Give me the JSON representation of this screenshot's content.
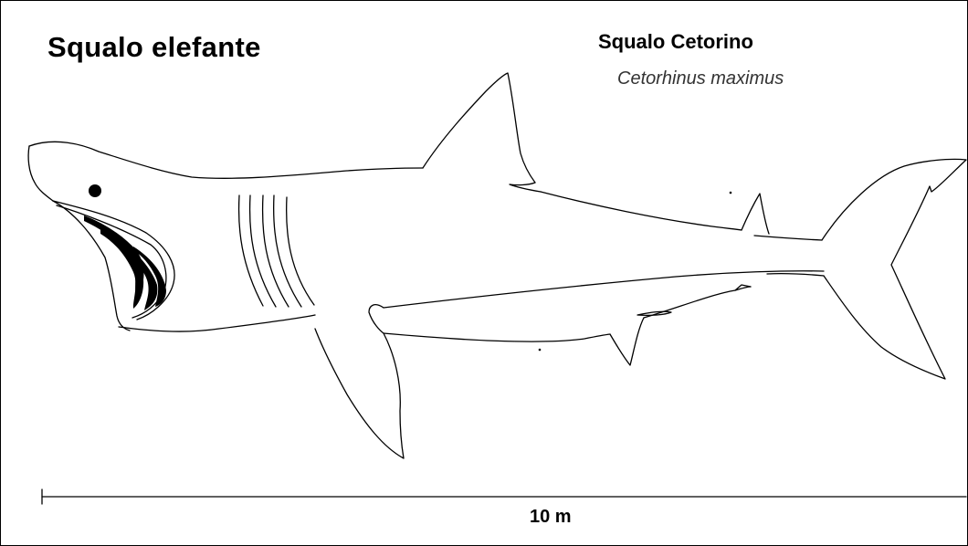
{
  "header": {
    "title": "Squalo elefante",
    "common_name": "Squalo Cetorino",
    "scientific_name": "Cetorhinus maximus"
  },
  "scale_bar": {
    "label": "10 m"
  },
  "colors": {
    "outline": "#000000",
    "background": "#ffffff",
    "scientific_text": "#333333"
  }
}
